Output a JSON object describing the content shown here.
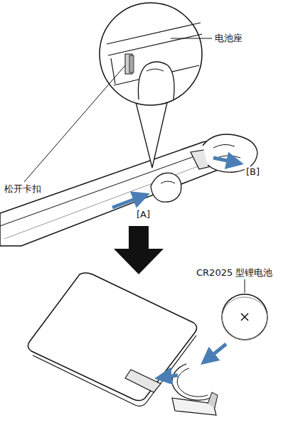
{
  "diagram": {
    "labels": [
      "电池座",
      "松开卡扣",
      "[A]",
      "[B]",
      "CR2025 型锂电池"
    ]
  }
}
